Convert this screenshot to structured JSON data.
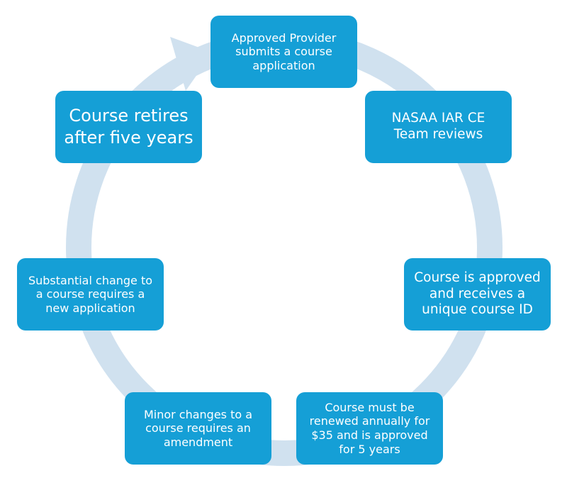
{
  "colors": {
    "box": "#159fd6",
    "ring": "#d0e1ef",
    "text": "#ffffff"
  },
  "steps": [
    {
      "label": "Approved Provider submits a course application"
    },
    {
      "label": "NASAA IAR CE Team reviews"
    },
    {
      "label": "Course is approved and receives a unique course ID"
    },
    {
      "label": "Course must be renewed annually for $35 and is approved for 5 years"
    },
    {
      "label": "Minor changes to a course requires an amendment"
    },
    {
      "label": "Substantial change to a course requires a new application"
    },
    {
      "label": "Course retires after five years"
    }
  ]
}
